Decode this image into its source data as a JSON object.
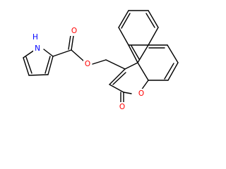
{
  "molecule": {
    "atom_labels": {
      "pyrrole_nh": "H",
      "pyrrole_n": "N",
      "ester_carbonyl_o": "O",
      "ester_o": "O",
      "lactone_carbonyl_o": "O",
      "ring_o": "O"
    },
    "colors": {
      "bond": "#000000",
      "nitrogen": "#0000ff",
      "oxygen": "#ff0000"
    }
  }
}
